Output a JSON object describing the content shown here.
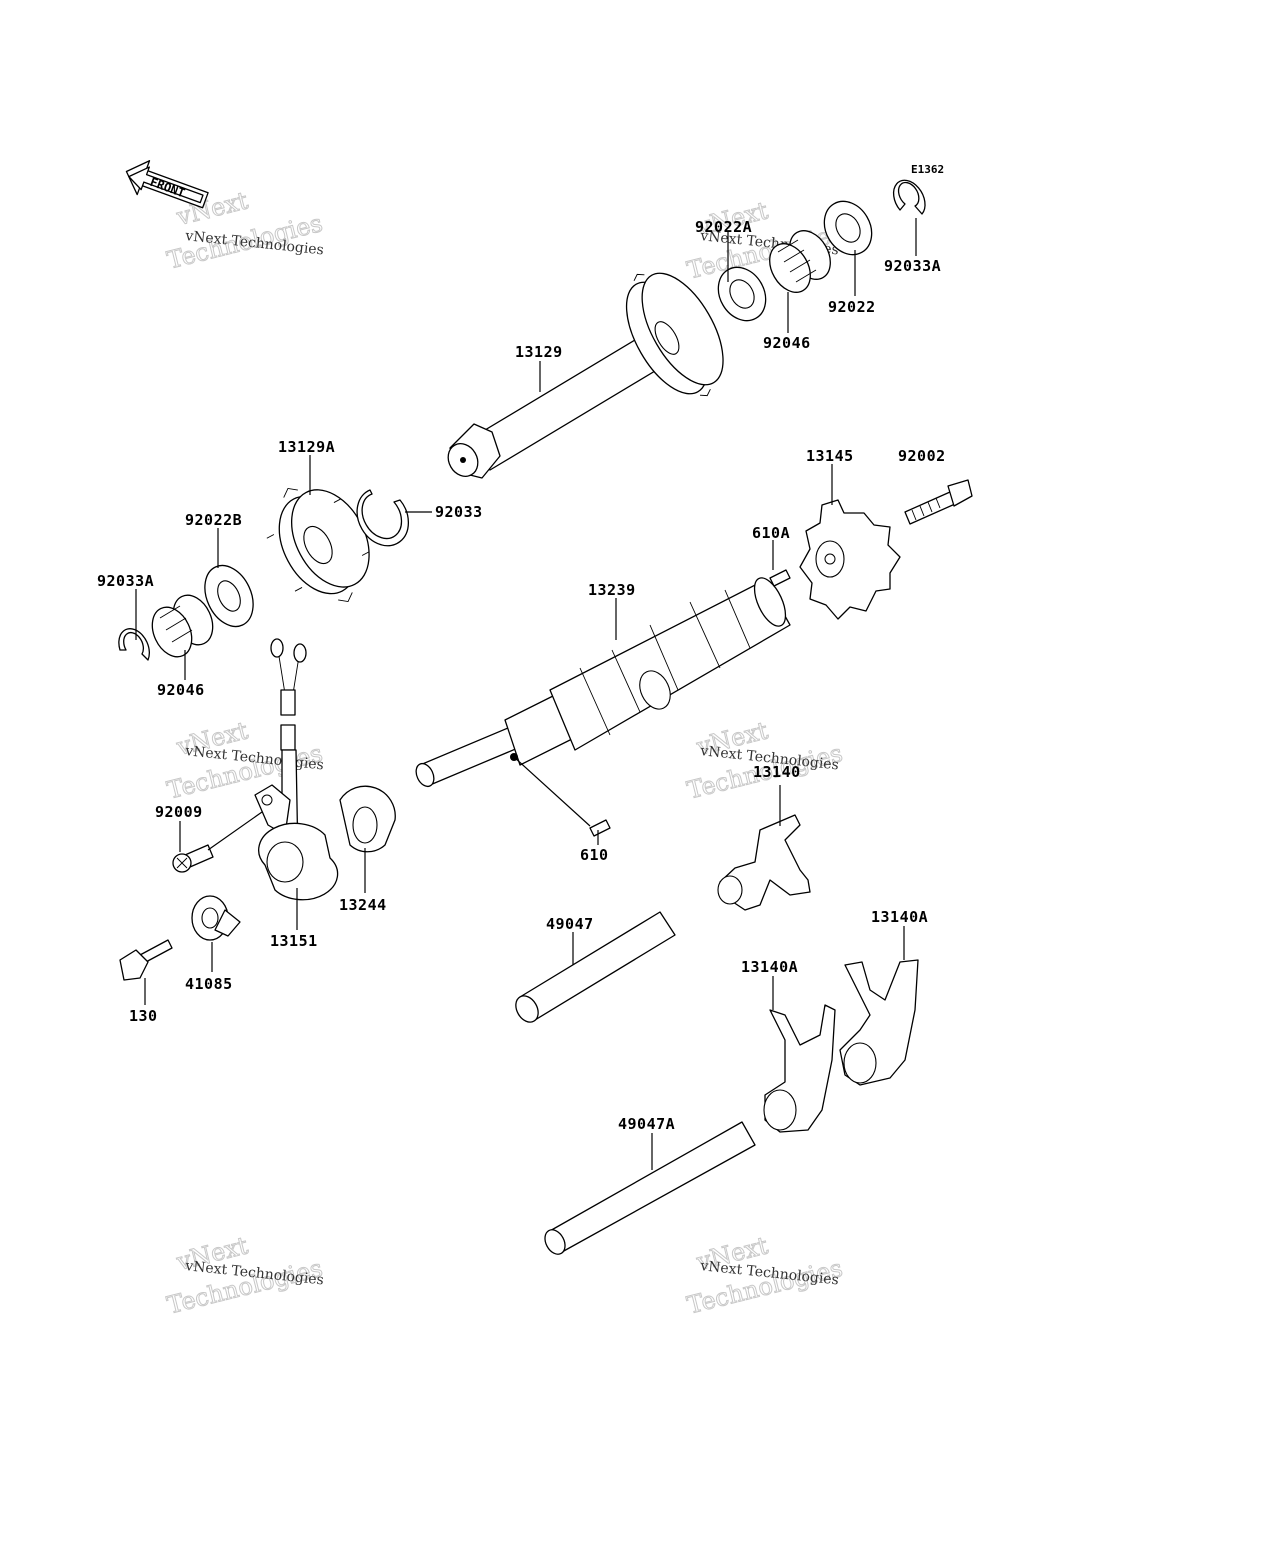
{
  "diagram": {
    "code": "E1362",
    "front_label": "FRONT",
    "watermark_line1": "vNext Technologies",
    "watermark_line2": "vNext",
    "watermark_line3": "Technologies",
    "parts": [
      {
        "id": "p-13129",
        "label": "13129"
      },
      {
        "id": "p-92022a",
        "label": "92022A"
      },
      {
        "id": "p-92046-top",
        "label": "92046"
      },
      {
        "id": "p-92022",
        "label": "92022"
      },
      {
        "id": "p-92033a-top",
        "label": "92033A"
      },
      {
        "id": "p-13129a",
        "label": "13129A"
      },
      {
        "id": "p-92033",
        "label": "92033"
      },
      {
        "id": "p-92022b",
        "label": "92022B"
      },
      {
        "id": "p-92033a-left",
        "label": "92033A"
      },
      {
        "id": "p-92046-left",
        "label": "92046"
      },
      {
        "id": "p-13145",
        "label": "13145"
      },
      {
        "id": "p-92002",
        "label": "92002"
      },
      {
        "id": "p-610a",
        "label": "610A"
      },
      {
        "id": "p-13239",
        "label": "13239"
      },
      {
        "id": "p-610",
        "label": "610"
      },
      {
        "id": "p-92009",
        "label": "92009"
      },
      {
        "id": "p-13244",
        "label": "13244"
      },
      {
        "id": "p-13151",
        "label": "13151"
      },
      {
        "id": "p-41085",
        "label": "41085"
      },
      {
        "id": "p-130",
        "label": "130"
      },
      {
        "id": "p-13140",
        "label": "13140"
      },
      {
        "id": "p-13140a-right",
        "label": "13140A"
      },
      {
        "id": "p-13140a-left",
        "label": "13140A"
      },
      {
        "id": "p-49047",
        "label": "49047"
      },
      {
        "id": "p-49047a",
        "label": "49047A"
      }
    ]
  }
}
